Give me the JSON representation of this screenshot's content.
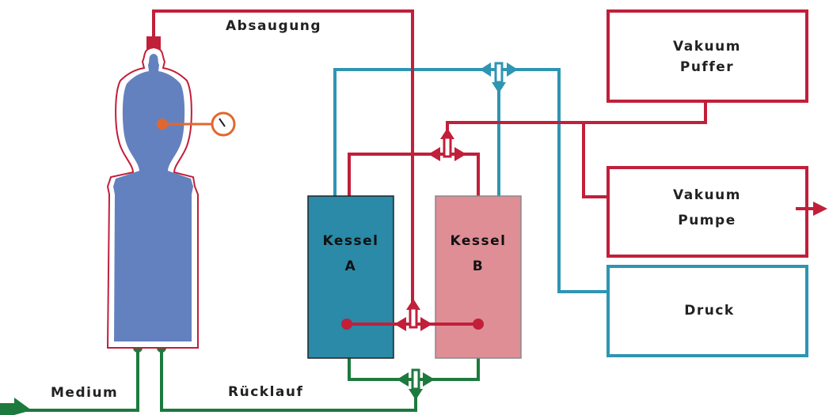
{
  "colors": {
    "vacuum_line": "#c11f3a",
    "pressure_line": "#2e95b2",
    "medium_line": "#1c7a3e",
    "vessel_fill": "#6481bf",
    "gauge": "#e2672e",
    "tank_a": "#2a8aa7",
    "tank_b": "#df8e96"
  },
  "labels": {
    "absaugung": "Absaugung",
    "medium": "Medium",
    "ruecklauf": "Rücklauf"
  },
  "tanks": {
    "a": {
      "line1": "Kessel",
      "line2": "A"
    },
    "b": {
      "line1": "Kessel",
      "line2": "B"
    }
  },
  "boxes": {
    "vakuum_puffer": {
      "line1": "Vakuum",
      "line2": "Puffer"
    },
    "vakuum_pumpe": {
      "line1": "Vakuum",
      "line2": "Pumpe"
    },
    "druck": {
      "line1": "Druck"
    }
  }
}
